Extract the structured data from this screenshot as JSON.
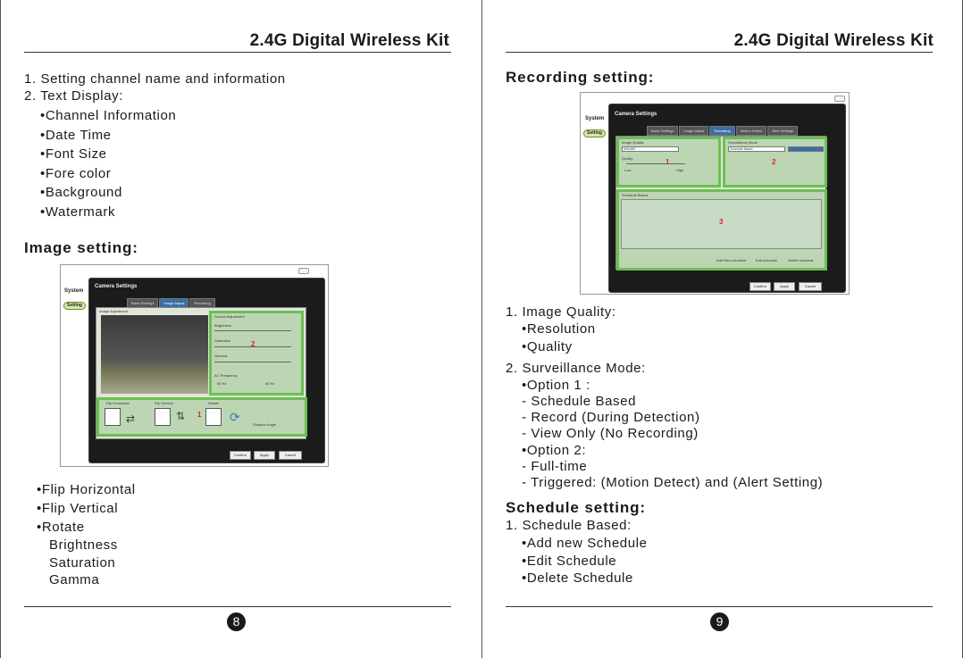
{
  "left_page": {
    "header_title": "2.4G Digital Wireless Kit",
    "list_top": [
      "1. Setting channel name and  information",
      "2. Text Display:"
    ],
    "text_display_items": [
      "Channel Information",
      "Date Time",
      "Font Size",
      "Fore color",
      "Background",
      "Watermark"
    ],
    "image_heading": "Image setting:",
    "screenshot": {
      "system_label": "System",
      "setting_label": "Setting",
      "window_title": "Camera Settings",
      "tabs": [
        "Basic Settings",
        "Image Adjust",
        "Recording"
      ],
      "active_tab": "Image Adjust",
      "image_adjustment_label": "Image Adjustment",
      "source_adjustment_label": "Source Adjustment",
      "brightness_label": "Brightness",
      "saturation_label": "Saturation",
      "gamma_label": "Gamma",
      "ac_frequency_label": "AC Frequency",
      "hz50": "50 Hz",
      "hz60": "60 Hz",
      "flip_h_label": "Flip Horizontal",
      "flip_v_label": "Flip Vertical",
      "rotate_label": "Rotate",
      "rotate_deg_label": "Rotation Angle",
      "mark1": "1",
      "mark2": "2",
      "confirm": "Confirm",
      "apply": "Apply",
      "cancel": "Cancel"
    },
    "image_items_bulleted": [
      "Flip Horizontal",
      "Flip Vertical",
      "Rotate"
    ],
    "image_items_plain": [
      "Brightness",
      "Saturation",
      "Gamma"
    ],
    "page_number": "8"
  },
  "right_page": {
    "header_title": "2.4G Digital Wireless Kit",
    "recording_heading": "Recording setting:",
    "screenshot": {
      "system_label": "System",
      "setting_label": "Setting",
      "window_title": "Camera Settings",
      "tabs": [
        "Basic Settings",
        "Image Adjust",
        "Recording",
        "Motion Detect",
        "Alert Settings"
      ],
      "active_tab": "Recording",
      "image_quality_label": "Image Quality",
      "resolution_value": "640x480",
      "quality_label": "Quality",
      "low": "Low",
      "high": "High",
      "surveillance_label": "Surveillance Mode",
      "schedule_based_value": "Schedule Based",
      "schedule_based_label": "Schedule Based",
      "mark1": "1",
      "mark2": "2",
      "mark3": "3",
      "add_new_schedule": "Add New schedule",
      "edit_schedule": "Edit schedule",
      "delete_schedule": "Delete schedule",
      "confirm": "Confirm",
      "apply": "Apply",
      "cancel": "Cancel"
    },
    "q1_title": "1. Image Quality:",
    "q1_items": [
      "Resolution",
      "Quality"
    ],
    "q2_title": "2. Surveillance Mode:",
    "option1": "Option 1 :",
    "option1_items": [
      "- Schedule Based",
      "- Record (During Detection)",
      "- View Only (No Recording)"
    ],
    "option2": "Option 2:",
    "option2_items": [
      "- Full-time",
      "- Triggered: (Motion Detect) and (Alert Setting)"
    ],
    "schedule_heading": "Schedule setting:",
    "schedule_title": "1. Schedule Based:",
    "schedule_items": [
      "Add new Schedule",
      "Edit Schedule",
      "Delete Schedule"
    ],
    "page_number": "9"
  }
}
